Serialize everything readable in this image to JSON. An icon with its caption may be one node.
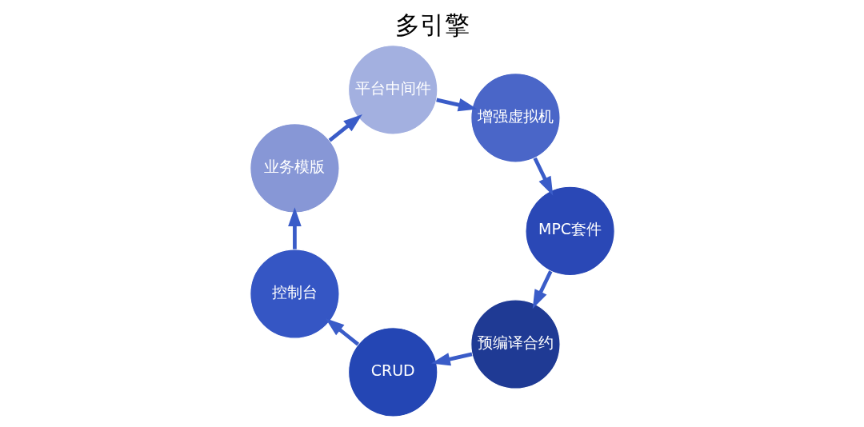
{
  "diagram": {
    "title": "多引擎",
    "nodes": [
      {
        "text": [
          "预编译合约"
        ]
      },
      {
        "text": [
          "CRUD"
        ]
      },
      {
        "text": [
          "控制台"
        ]
      },
      {
        "text": [
          "业务模版"
        ]
      },
      {
        "text": [
          "平台中间件"
        ]
      },
      {
        "text": [
          "增强虚拟机"
        ]
      },
      {
        "text": [
          "MPC套件"
        ]
      }
    ],
    "edges": [
      {
        "from": 0,
        "to": 1,
        "arrow": "to"
      },
      {
        "from": 1,
        "to": 2,
        "arrow": "to"
      },
      {
        "from": 2,
        "to": 3,
        "arrow": "to"
      },
      {
        "from": 3,
        "to": 4,
        "arrow": "to"
      },
      {
        "from": 4,
        "to": 5,
        "arrow": "to"
      },
      {
        "from": 5,
        "to": 6,
        "arrow": "to"
      },
      {
        "from": 6,
        "to": 0,
        "arrow": "to"
      }
    ]
  }
}
